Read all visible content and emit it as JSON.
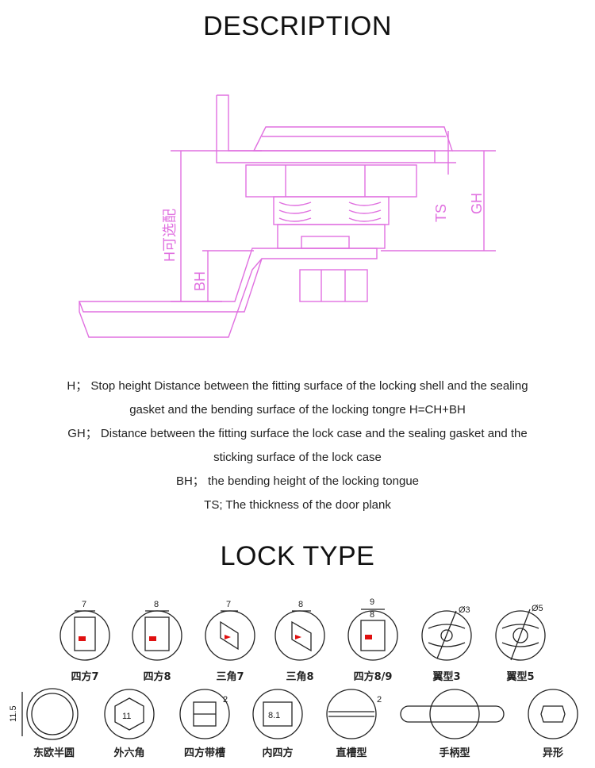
{
  "section_title_1": "DESCRIPTION",
  "section_title_2": "LOCK TYPE",
  "diagram_labels": {
    "h_label": "H可选配",
    "bh": "BH",
    "ts": "TS",
    "gh": "GH"
  },
  "descriptions": [
    "H；  Stop height Distance between the fitting surface of the locking shell and the sealing",
    "gasket and the bending surface of the locking tongre H=CH+BH",
    "GH；  Distance between the fitting surface the lock case and the sealing gasket and the",
    "sticking surface of the lock case",
    "BH；  the bending height of the locking tongue",
    "TS;     The thickness of the door plank"
  ],
  "lock_types_row1": [
    {
      "name": "四方7",
      "dim": "7"
    },
    {
      "name": "四方8",
      "dim": "8"
    },
    {
      "name": "三角7",
      "dim": "7"
    },
    {
      "name": "三角8",
      "dim": "8"
    },
    {
      "name": "四方8/9",
      "dim": "9",
      "dim2": "8"
    },
    {
      "name": "翼型3",
      "dim": "Ø3"
    },
    {
      "name": "翼型5",
      "dim": "Ø5"
    }
  ],
  "lock_types_row2": [
    {
      "name": "东欧半圆",
      "dim": "11.5"
    },
    {
      "name": "外六角",
      "dim": "11"
    },
    {
      "name": "四方带槽",
      "dim": "2"
    },
    {
      "name": "内四方",
      "dim": "8.1"
    },
    {
      "name": "直槽型",
      "dim": "2"
    },
    {
      "name": "手柄型",
      "dim": ""
    },
    {
      "name": "异形",
      "dim": ""
    }
  ],
  "colors": {
    "diagram_line": "#e070e0",
    "accent_red": "#e01010"
  }
}
